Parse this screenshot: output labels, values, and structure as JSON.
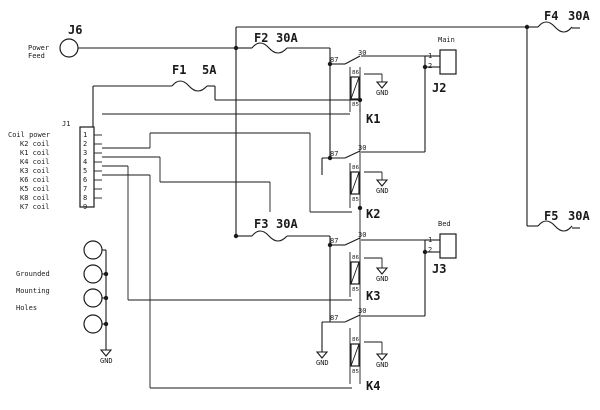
{
  "connectors": {
    "j6": {
      "ref": "J6",
      "label_line1": "Power",
      "label_line2": "Feed"
    },
    "j1": {
      "ref": "J1",
      "pins": [
        {
          "num": "1",
          "label": "Coil power"
        },
        {
          "num": "2",
          "label": "K2 coil"
        },
        {
          "num": "3",
          "label": "K1 coil"
        },
        {
          "num": "4",
          "label": "K4 coil"
        },
        {
          "num": "5",
          "label": "K3 coil"
        },
        {
          "num": "6",
          "label": "K6 coil"
        },
        {
          "num": "7",
          "label": "K5 coil"
        },
        {
          "num": "8",
          "label": "K8 coil"
        },
        {
          "num": "9",
          "label": "K7 coil"
        }
      ]
    },
    "j2": {
      "ref": "J2",
      "name": "Main",
      "pin1": "1",
      "pin2": "2"
    },
    "j3": {
      "ref": "J3",
      "name": "Bed",
      "pin1": "1",
      "pin2": "2"
    }
  },
  "fuses": {
    "f1": {
      "ref": "F1",
      "rating": "5A"
    },
    "f2": {
      "ref": "F2",
      "rating": "30A"
    },
    "f3": {
      "ref": "F3",
      "rating": "30A"
    },
    "f4": {
      "ref": "F4",
      "rating": "30A"
    },
    "f5": {
      "ref": "F5",
      "rating": "30A"
    }
  },
  "relays": {
    "k1": {
      "ref": "K1"
    },
    "k2": {
      "ref": "K2"
    },
    "k3": {
      "ref": "K3"
    },
    "k4": {
      "ref": "K4"
    },
    "pin_30": "30",
    "pin_87": "87",
    "pin_86": "86",
    "pin_85": "85"
  },
  "ground_label": "GND",
  "mounting": {
    "line1": "Grounded",
    "line2": "Mounting",
    "line3": "Holes"
  }
}
